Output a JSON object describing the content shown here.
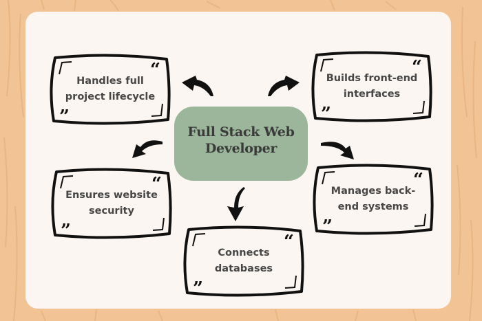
{
  "colors": {
    "background": "#f2c394",
    "card": "#fbf6f2",
    "center_node": "#9bb69a",
    "text": "#474747",
    "outline": "#111111"
  },
  "diagram": {
    "center": {
      "label": "Full Stack Web Developer"
    },
    "nodes": [
      {
        "id": "lifecycle",
        "label": "Handles full project lifecycle"
      },
      {
        "id": "frontend",
        "label": "Builds front-end interfaces"
      },
      {
        "id": "security",
        "label": "Ensures website security"
      },
      {
        "id": "backend",
        "label": "Manages back-end systems"
      },
      {
        "id": "databases",
        "label": "Connects databases"
      }
    ],
    "connector_icon": "curved-arrow-icon",
    "quote_icons": [
      "open-quote-icon",
      "close-quote-icon"
    ]
  }
}
